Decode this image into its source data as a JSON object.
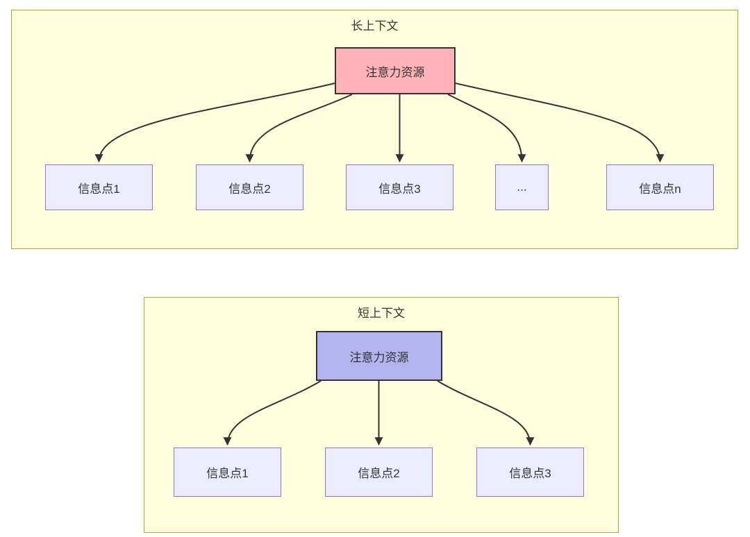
{
  "diagram": {
    "long_context": {
      "title": "长上下文",
      "root_label": "注意力资源",
      "children": [
        "信息点1",
        "信息点2",
        "信息点3",
        "...",
        "信息点n"
      ]
    },
    "short_context": {
      "title": "短上下文",
      "root_label": "注意力资源",
      "children": [
        "信息点1",
        "信息点2",
        "信息点3"
      ]
    },
    "colors": {
      "panel_fill": "#ffffde",
      "panel_border": "#aaaa33",
      "long_root_fill": "#ffb3b8",
      "short_root_fill": "#b3b3ee",
      "root_border": "#333333",
      "leaf_fill": "#ececff",
      "leaf_border": "#9370db",
      "edge_stroke": "#333333",
      "text": "#333333"
    }
  }
}
